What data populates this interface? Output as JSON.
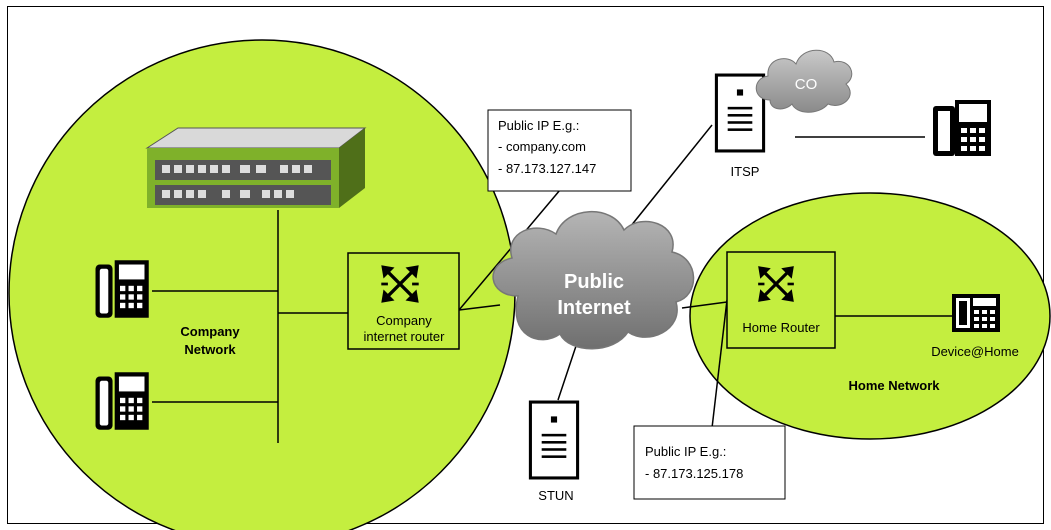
{
  "company_network": {
    "label_line1": "Company",
    "label_line2": "Network",
    "router_label_line1": "Company",
    "router_label_line2": "internet router"
  },
  "company_ip_note": {
    "line1": "Public IP E.g.:",
    "line2": "- company.com",
    "line3": "- 87.173.127.147"
  },
  "internet": {
    "line1": "Public",
    "line2": "Internet"
  },
  "itsp": {
    "label": "ITSP",
    "cloud_label": "CO"
  },
  "stun": {
    "label": "STUN"
  },
  "home_network": {
    "label": "Home Network",
    "router_label": "Home Router",
    "device_label": "Device@Home"
  },
  "home_ip_note": {
    "line1": "Public IP E.g.:",
    "line2": "- 87.173.125.178"
  },
  "colors": {
    "network_fill": "#c4ee3f",
    "cloud_fill": "#8e8e8e",
    "cloud_text": "#ffffff",
    "line": "#000000"
  }
}
